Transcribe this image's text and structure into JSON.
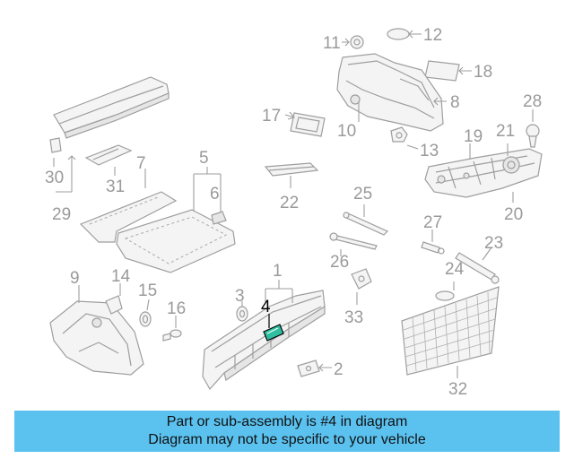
{
  "diagram": {
    "callouts": {
      "c1": "1",
      "c2": "2",
      "c3": "3",
      "c4": "4",
      "c5": "5",
      "c6": "6",
      "c7": "7",
      "c8": "8",
      "c9": "9",
      "c10": "10",
      "c11": "11",
      "c12": "12",
      "c13": "13",
      "c14": "14",
      "c15": "15",
      "c16": "16",
      "c17": "17",
      "c18": "18",
      "c19": "19",
      "c20": "20",
      "c21": "21",
      "c22": "22",
      "c23": "23",
      "c24": "24",
      "c25": "25",
      "c26": "26",
      "c27": "27",
      "c28": "28",
      "c29": "29",
      "c30": "30",
      "c31": "31",
      "c32": "32",
      "c33": "33"
    },
    "highlight_color": "#2fbfa0",
    "label_color": "#9a9a9a"
  },
  "banner": {
    "line1": "Part or sub-assembly is #4 in diagram",
    "line2": "Diagram may not be specific to your vehicle",
    "background": "#5bc2f0"
  }
}
